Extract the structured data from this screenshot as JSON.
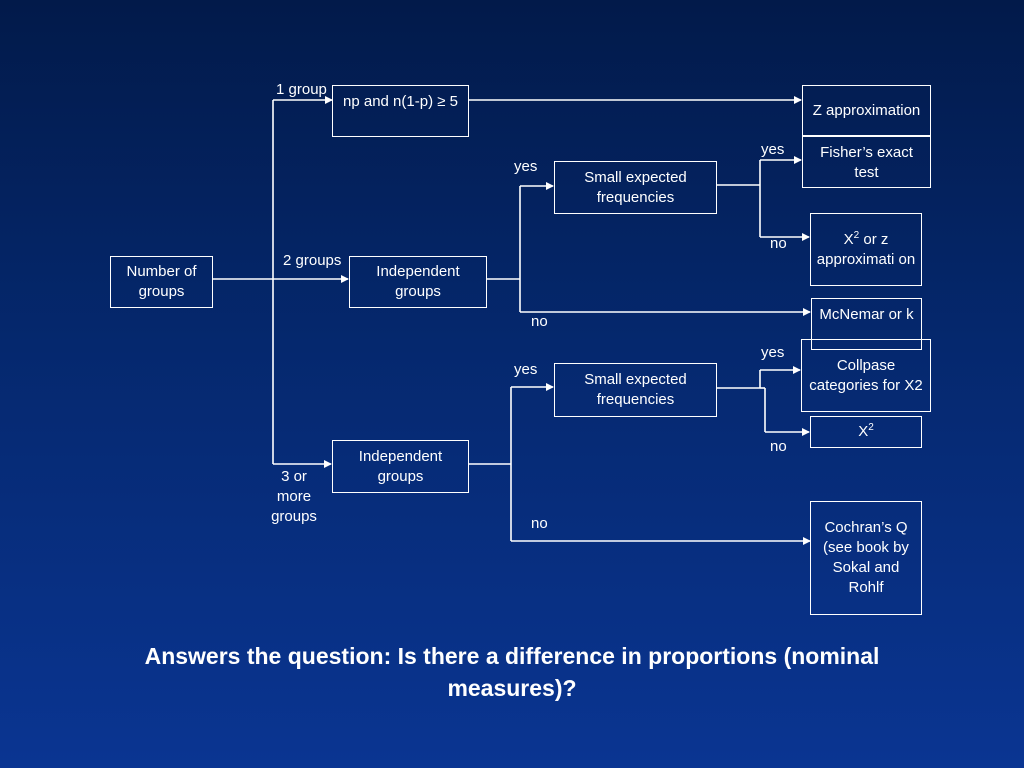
{
  "boxes": {
    "number_of_groups": "Number of groups",
    "np_condition": "np and n(1-p) ≥ 5",
    "z_approximation": "Z approximation",
    "fishers_exact": "Fisher’s exact test",
    "independent_groups_2": "Independent groups",
    "small_expected_1": "Small expected frequencies",
    "x2_or_z_prefix": "X",
    "x2_or_z_sup": "2",
    "x2_or_z_suffix": " or z approximati on",
    "mcnemar": "McNemar or k",
    "collapse_categories": "Collpase categories for X2",
    "small_expected_2": "Small expected frequencies",
    "x2_prefix": "X",
    "x2_sup": "2",
    "independent_groups_3": "Independent groups",
    "cochrans_q": "Cochran’s Q (see book by Sokal and Rohlf"
  },
  "labels": {
    "one_group": "1 group",
    "two_groups": "2 groups",
    "three_or_more_groups": "3 or more groups",
    "yes_upper": "yes",
    "no_upper": "no",
    "yes_upper_right": "yes",
    "no_upper_right": "no",
    "yes_lower": "yes",
    "no_lower": "no",
    "yes_lower_right": "yes",
    "no_lower_right": "no"
  },
  "question": "Answers the question: Is there a difference in proportions (nominal measures)?"
}
